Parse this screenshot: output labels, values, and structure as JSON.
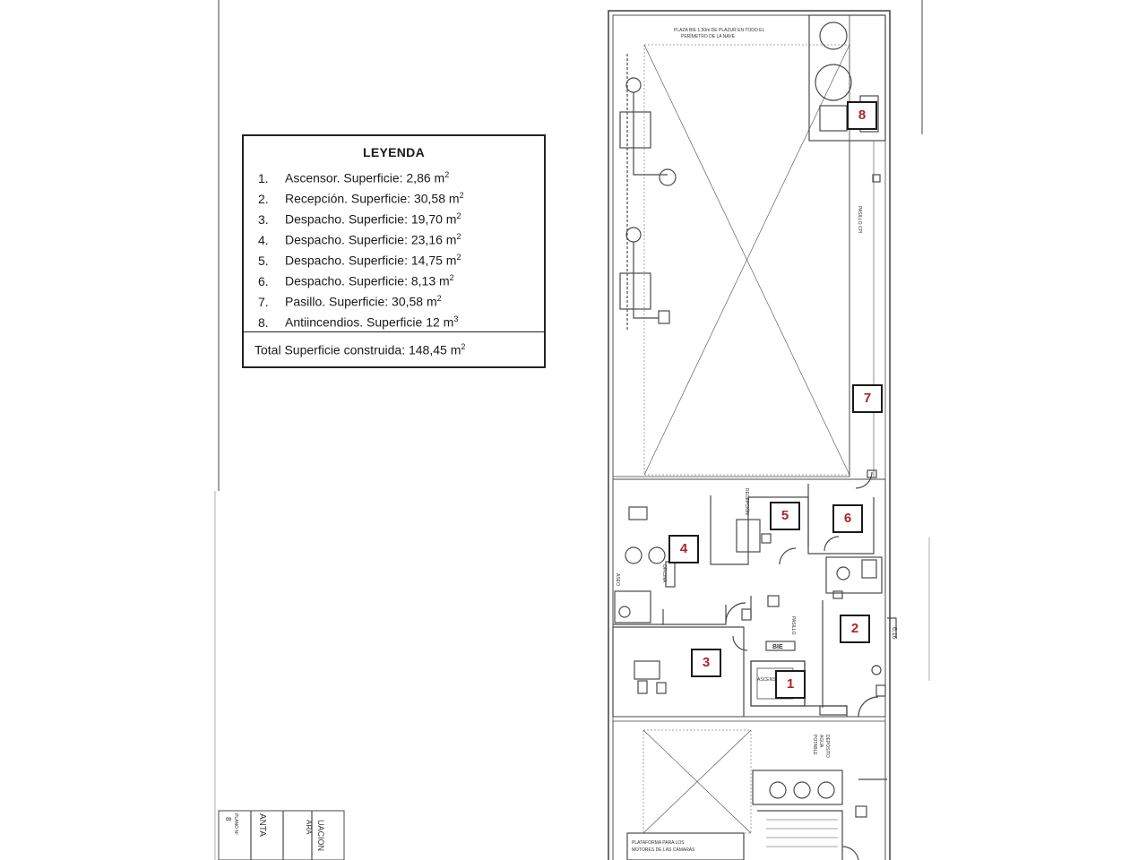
{
  "legend": {
    "title": "LEYENDA",
    "items": [
      {
        "num": "1.",
        "text": "Ascensor. Superficie: 2,86 m",
        "sup": "2"
      },
      {
        "num": "2.",
        "text": "Recepción. Superficie: 30,58 m",
        "sup": "2"
      },
      {
        "num": "3.",
        "text": "Despacho. Superficie: 19,70 m",
        "sup": "2"
      },
      {
        "num": "4.",
        "text": "Despacho. Superficie: 23,16 m",
        "sup": "2"
      },
      {
        "num": "5.",
        "text": "Despacho. Superficie: 14,75 m",
        "sup": "2"
      },
      {
        "num": "6.",
        "text": "Despacho. Superficie: 8,13 m",
        "sup": "2"
      },
      {
        "num": "7.",
        "text": "Pasillo. Superficie: 30,58 m",
        "sup": "2"
      },
      {
        "num": "8.",
        "text": "Antiincendios. Superficie 12 m",
        "sup": "3"
      }
    ],
    "total": {
      "text": "Total Superficie construida: 148,45 m",
      "sup": "2"
    }
  },
  "room_tags": [
    "1",
    "2",
    "3",
    "4",
    "5",
    "6",
    "7",
    "8"
  ],
  "plan_labels": {
    "perimeter_note_1": "PLAZA BIE 1,50m DE PLAZUR EN TODO EL",
    "perimeter_note_2": "PERÍMETRO DE LA NAVE",
    "pasillo_cpi": "PASILLO CPI",
    "pasillo": "PASILLO",
    "ascensor": "ASCENSOR",
    "bie": "BIE",
    "recepcion": "RECEPCIÓN",
    "aseo": "ASEO",
    "oficina": "OFICINA",
    "deposito_1": "DEPÓSITO",
    "deposito_2": "AGUA",
    "deposito_3": "POTABLE",
    "plataforma_1": "PLATAFORMA PARA LOS",
    "plataforma_2": "MOTORES DE LAS CÁMARAS",
    "dimension": "6,16",
    "title_block_1": "UACION",
    "title_block_2": "ARA",
    "title_block_3": "ANTA",
    "title_block_4": "PLANO Nº",
    "title_block_5": "8"
  },
  "colors": {
    "tag_text": "#b1222a",
    "line": "#4a4a4a"
  }
}
